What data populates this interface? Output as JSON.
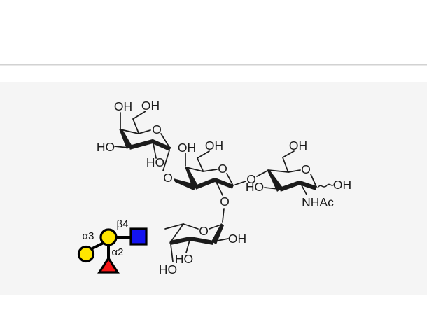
{
  "page": {
    "background_color": "#ffffff",
    "divider_color": "#d2d2d2",
    "panel_color": "#f5f5f5"
  },
  "structure": {
    "atom_labels": {
      "oh": "OH",
      "ho": "HO",
      "o": "O",
      "nhac": "NHAc"
    },
    "bond_color": "#1b1b1b"
  },
  "snfg": {
    "labels": {
      "alpha3": "α3",
      "beta4": "β4",
      "alpha2": "α2"
    },
    "colors": {
      "galactose_yellow": "#ffe600",
      "glcnac_blue": "#1414f0",
      "fucose_red": "#f51616"
    },
    "symbols": {
      "center_circle": "galactose-circle",
      "left_circle": "galactose-circle",
      "square": "glcnac-square",
      "triangle": "fucose-triangle"
    }
  }
}
